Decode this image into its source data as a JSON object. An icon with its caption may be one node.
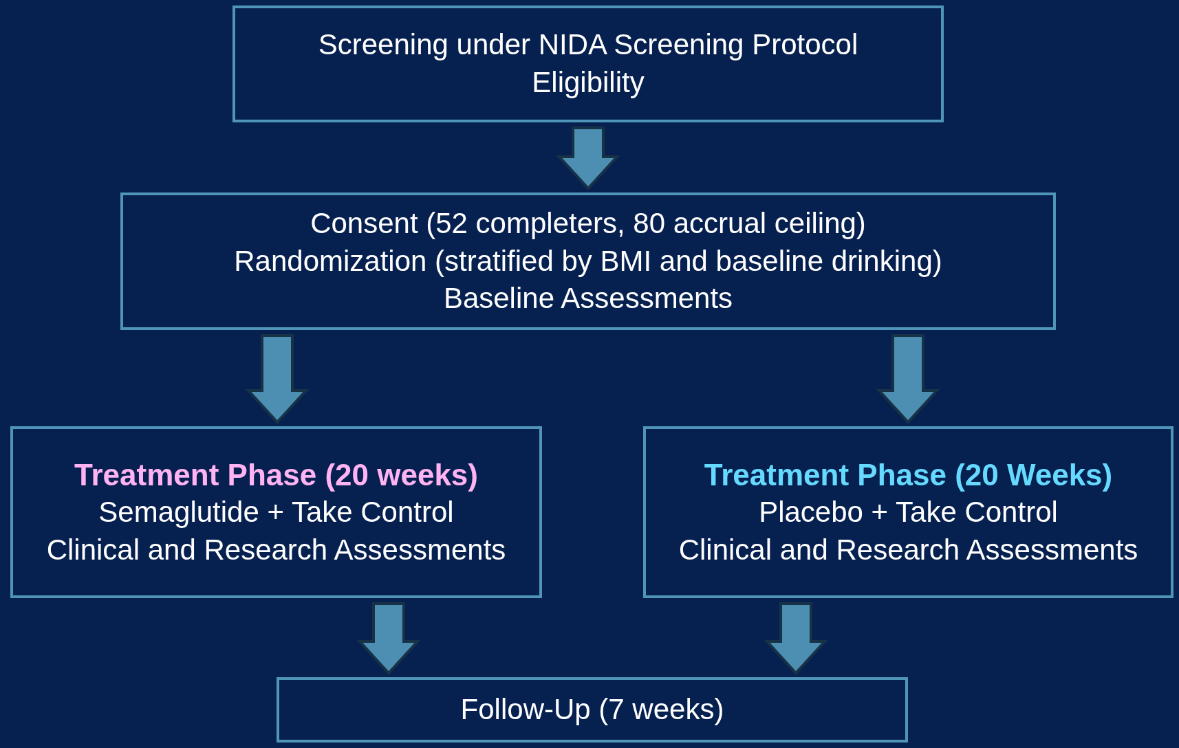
{
  "diagram": {
    "nodes": [
      {
        "text": [
          "Screening under NIDA Screening Protocol",
          "Eligibility"
        ]
      },
      {
        "text": [
          "Consent (52 completers, 80 accrual ceiling)",
          "Randomization (stratified by BMI and baseline drinking)",
          "Baseline Assessments"
        ]
      },
      {
        "text": [
          "Treatment Phase (20 weeks)",
          "Semaglutide + Take Control",
          "Clinical and Research Assessments"
        ]
      },
      {
        "text": [
          "Treatment Phase (20 Weeks)",
          "Placebo + Take Control",
          "Clinical and Research Assessments"
        ]
      },
      {
        "text": [
          "Follow-Up (7 weeks)"
        ]
      }
    ],
    "edges": [
      {
        "from": 0,
        "to": 1,
        "arrow": "to"
      },
      {
        "from": 1,
        "to": 2,
        "arrow": "to"
      },
      {
        "from": 1,
        "to": 3,
        "arrow": "to"
      },
      {
        "from": 2,
        "to": 4,
        "arrow": "to"
      },
      {
        "from": 3,
        "to": 4,
        "arrow": "to"
      }
    ]
  }
}
